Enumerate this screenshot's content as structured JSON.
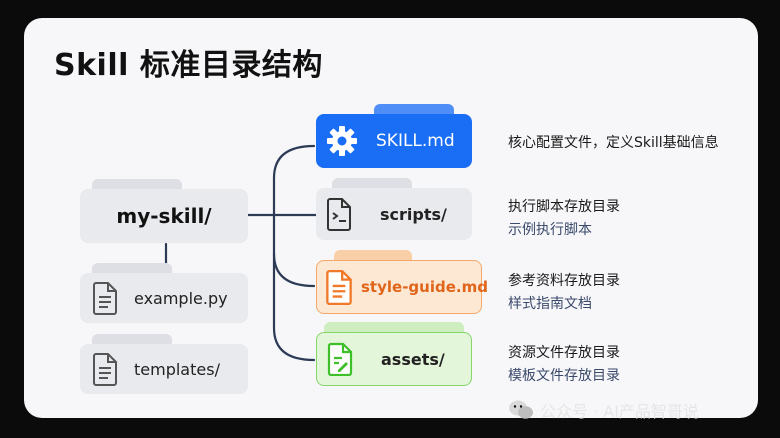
{
  "title": "Skill 标准目录结构",
  "root": {
    "label": "my-skill/"
  },
  "left_items": [
    {
      "label": "example.py",
      "icon": "document-icon"
    },
    {
      "label": "templates/",
      "icon": "document-icon"
    }
  ],
  "right_items": [
    {
      "label": "SKILL.md",
      "icon": "gear-icon",
      "color": "#1a6ef5",
      "desc1": "核心配置文件，定义Skill基础信息",
      "desc2": ""
    },
    {
      "label": "scripts/",
      "icon": "script-icon",
      "color": "#e9eaee",
      "desc1": "执行脚本存放目录",
      "desc2": "示例执行脚本"
    },
    {
      "label": "style-guide.md",
      "icon": "document-icon",
      "color": "#f07a2a",
      "desc1": "参考资料存放目录",
      "desc2": "样式指南文档"
    },
    {
      "label": "assets/",
      "icon": "edit-document-icon",
      "color": "#3fbf2a",
      "desc1": "资源文件存放目录",
      "desc2": "模板文件存放目录"
    }
  ],
  "watermark": "公众号 · AI产品智哥说"
}
